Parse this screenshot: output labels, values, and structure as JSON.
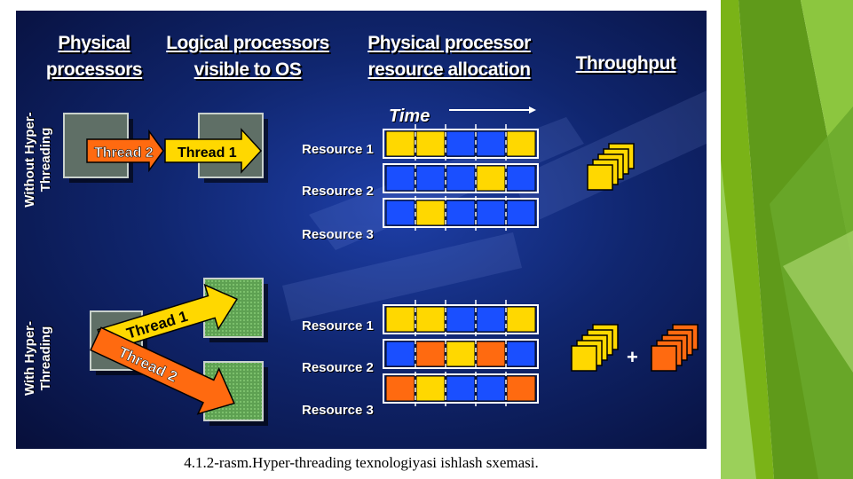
{
  "headers": {
    "physical_processors": [
      "Physical",
      "processors"
    ],
    "logical_processors": [
      "Logical processors",
      "visible to OS"
    ],
    "resource_allocation": [
      "Physical processor",
      "resource allocation"
    ],
    "throughput": "Throughput"
  },
  "row_labels": {
    "without": [
      "Without Hyper-",
      "Threading"
    ],
    "with": [
      "With Hyper-",
      "Threading"
    ]
  },
  "time_label": "Time",
  "threads": {
    "thread1": "Thread 1",
    "thread2": "Thread 2"
  },
  "resources": [
    "Resource 1",
    "Resource 2",
    "Resource 3"
  ],
  "throughput_plus": "+",
  "caption": "4.1.2-rasm.Hyper-threading texnologiyasi ishlash sxemasi.",
  "colors": {
    "background": "#10266f",
    "cell_empty": "#1a4fff",
    "thread1": "#ffd800",
    "thread2": "#ff6a10",
    "processor": "#5f6f66",
    "logical_processor": "#5ea152",
    "slide_accent": "#7ab317"
  },
  "allocation": {
    "without_ht": [
      [
        "thread1",
        "thread1",
        "empty",
        "empty",
        "thread1"
      ],
      [
        "empty",
        "empty",
        "empty",
        "thread1",
        "empty"
      ],
      [
        "empty",
        "thread1",
        "empty",
        "empty",
        "empty"
      ]
    ],
    "with_ht": [
      [
        "thread1",
        "thread1",
        "empty",
        "empty",
        "thread1"
      ],
      [
        "empty",
        "thread2",
        "thread1",
        "thread2",
        "empty"
      ],
      [
        "thread2",
        "thread1",
        "empty",
        "empty",
        "thread2"
      ]
    ]
  }
}
